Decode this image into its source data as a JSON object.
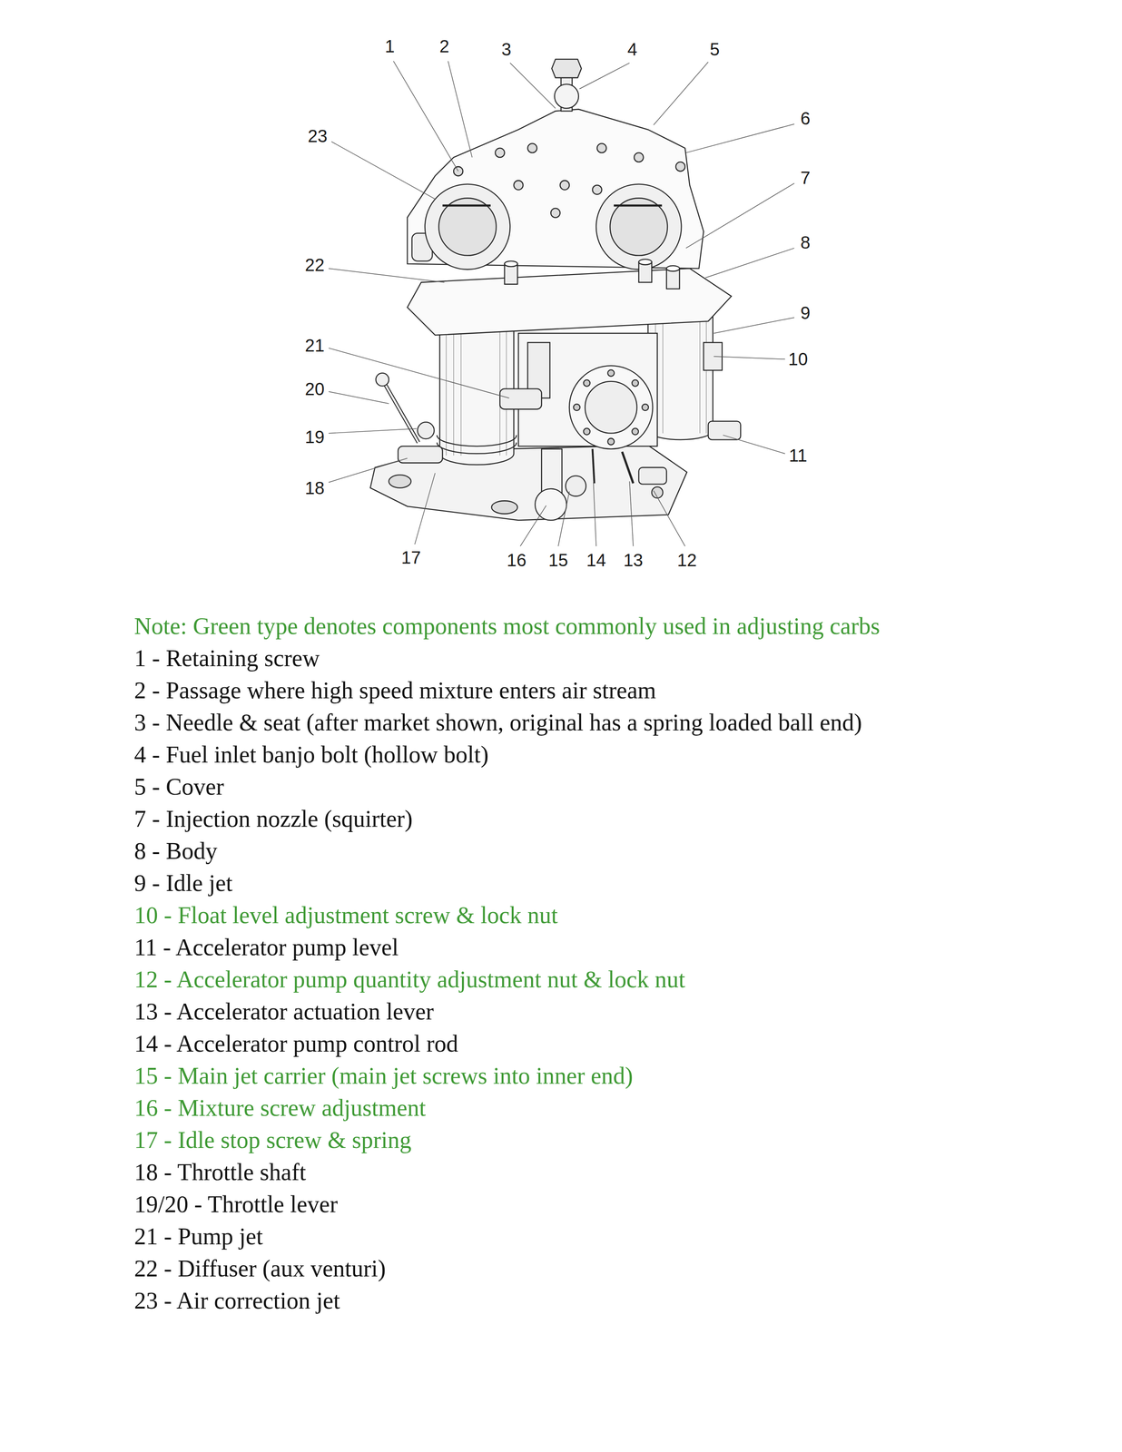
{
  "diagram": {
    "labels": [
      "1",
      "2",
      "3",
      "4",
      "5",
      "6",
      "7",
      "8",
      "9",
      "10",
      "11",
      "12",
      "13",
      "14",
      "15",
      "16",
      "17",
      "18",
      "19",
      "20",
      "21",
      "22",
      "23",
      "Note: Green type denotes components most commonly used in adjusting carbs",
      "1 - Retaining screw",
      "2 - Passage where high speed mixture enters air stream",
      "3 - Needle & seat (after market shown, original has a spring loaded ball end)",
      "4 - Fuel inlet banjo bolt (hollow bolt)",
      "5 - Cover",
      "7 - Injection nozzle (squirter)",
      "8 - Body",
      "9 - Idle jet",
      "10 - Float level adjustment screw & lock nut",
      "11 - Accelerator pump level",
      "12 - Accelerator pump quantity adjustment nut & lock nut",
      "13 - Accelerator actuation lever",
      "14 - Accelerator pump control rod",
      "15 - Main jet carrier (main jet screws into inner end)",
      "16 - Mixture screw adjustment",
      "17 - Idle stop screw & spring",
      "18 - Throttle shaft",
      "19/20 - Throttle lever",
      "21 - Pump jet",
      "22 - Diffuser (aux venturi)",
      "23 - Air correction jet"
    ]
  }
}
